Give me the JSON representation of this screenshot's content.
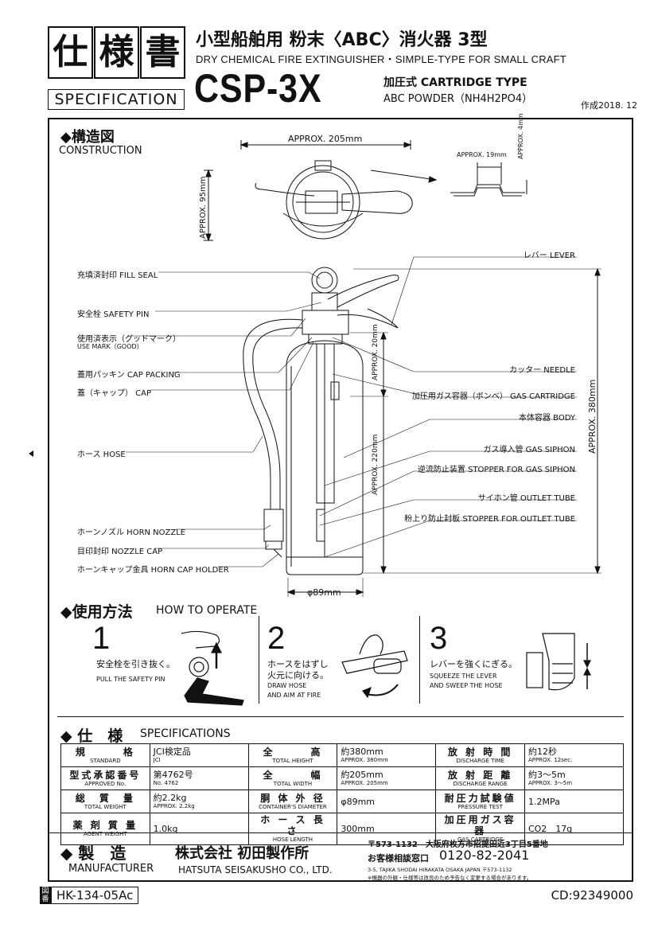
{
  "header": {
    "title_chars": [
      "仕",
      "様",
      "書"
    ],
    "specification_label": "SPECIFICATION",
    "jp_title": "小型船舶用 粉末〈ABC〉消火器 3型",
    "en_title": "DRY CHEMICAL FIRE EXTINGUISHER・SIMPLE-TYPE FOR SMALL CRAFT",
    "model": "CSP-3X",
    "type_line1": "加圧式 CARTRIDGE TYPE",
    "type_line2": "ABC POWDER（NH4H2PO4）",
    "created": "作成2018. 12"
  },
  "construction": {
    "title_jp": "◆構造図",
    "title_en": "CONSTRUCTION",
    "dims": {
      "width_top": "APPROX. 205mm",
      "depth_top": "APPROX. 95mm",
      "small_width": "APPROX. 19mm",
      "small_height": "APPROX. 4mm",
      "height_total": "APPROX. 380mm",
      "inner_upper": "APPROX. 20mm",
      "inner_lower": "APPROX. 220mm",
      "diameter": "φ89mm"
    },
    "left_labels": [
      "充填済封印 FILL SEAL",
      "安全栓 SAFETY PIN",
      "使用済表示（グッドマーク）",
      "USE MARK（GOOD）",
      "蓋用パッキン CAP PACKING",
      "蓋（キャップ） CAP",
      "ホース HOSE",
      "ホーンノズル HORN NOZZLE",
      "目印封印 NOZZLE CAP",
      "ホーンキャップ金具 HORN CAP HOLDER"
    ],
    "right_labels": [
      "レバー LEVER",
      "カッター NEEDLE",
      "加圧用ガス容器（ボンベ） GAS CARTRIDGE",
      "本体容器 BODY",
      "ガス導入管 GAS SIPHON",
      "逆流防止装置 STOPPER FOR GAS SIPHON",
      "サイホン管 OUTLET TUBE",
      "粉上り防止封板 STOPPER FOR OUTLET TUBE"
    ]
  },
  "operate": {
    "title_jp": "◆使用方法",
    "title_en": "HOW TO OPERATE",
    "steps": [
      {
        "num": "1",
        "jp": "安全栓を引き抜く。",
        "en1": "PULL THE SAFETY PIN",
        "en2": ""
      },
      {
        "num": "2",
        "jp": "ホースをはずし",
        "jp2": "火元に向ける。",
        "en1": "DRAW HOSE",
        "en2": "AND AIM AT FIRE"
      },
      {
        "num": "3",
        "jp": "レバーを強くにぎる。",
        "en1": "SQUEEZE THE LEVER",
        "en2": "AND SWEEP THE HOSE"
      }
    ]
  },
  "specs": {
    "title_jp": "◆ 仕　様",
    "title_en": "SPECIFICATIONS",
    "rows": [
      [
        {
          "hj": "規　　　格",
          "he": "STANDARD",
          "vj": "JCI検定品",
          "ve": "JCI"
        },
        {
          "hj": "全　　　高",
          "he": "TOTAL HEIGHT",
          "vj": "約380mm",
          "ve": "APPROX. 380mm"
        },
        {
          "hj": "放 射 時 間",
          "he": "DISCHARGE TIME",
          "vj": "約12秒",
          "ve": "APPROX. 12sec."
        }
      ],
      [
        {
          "hj": "型式承認番号",
          "he": "APPROVED No.",
          "vj": "第4762号",
          "ve": "No. 4762"
        },
        {
          "hj": "全　　　幅",
          "he": "TOTAL WIDTH",
          "vj": "約205mm",
          "ve": "APPROX. 205mm"
        },
        {
          "hj": "放 射 距 離",
          "he": "DISCHARGE RANGE",
          "vj": "約3～5m",
          "ve": "APPROX. 3～5m"
        }
      ],
      [
        {
          "hj": "総　質　量",
          "he": "TOTAL WEIGHT",
          "vj": "約2.2kg",
          "ve": "APPROX. 2.2kg"
        },
        {
          "hj": "胴 体 外 径",
          "he": "CONTAINER'S DIAMETER",
          "vj": "φ89mm",
          "ve": ""
        },
        {
          "hj": "耐圧力試験値",
          "he": "PRESSURE TEST",
          "vj": "1.2MPa",
          "ve": ""
        }
      ],
      [
        {
          "hj": "薬 剤 質 量",
          "he": "AGENT WEIGHT",
          "vj": "1.0kg",
          "ve": ""
        },
        {
          "hj": "ホ ー ス 長 さ",
          "he": "HOSE LENGTH",
          "vj": "300mm",
          "ve": ""
        },
        {
          "hj": "加圧用ガス容器",
          "he": "GAS CARTRIDGE",
          "vj": "CO2　17g",
          "ve": ""
        }
      ]
    ]
  },
  "manufacturer": {
    "title_jp": "◆ 製　造",
    "title_en": "MANUFACTURER",
    "company_jp": "株式会社 初田製作所",
    "company_en": "HATSUTA SEISAKUSHO CO., LTD.",
    "address_jp": "〒573-1132　大阪府枚方市招提田近3丁目5番地",
    "contact_label": "お客様相談窓口",
    "phone": "0120-82-2041",
    "address_en": "3-5, TAJIKA SHODAI HIRAKATA OSAKA JAPAN 〒573-1132",
    "note": "※機器の外観・仕様等は改良のため予告なく変更する場合があります。"
  },
  "footer": {
    "zuban": "図番",
    "doc_number": "HK-134-05Ac",
    "cd": "CD:92349000"
  }
}
